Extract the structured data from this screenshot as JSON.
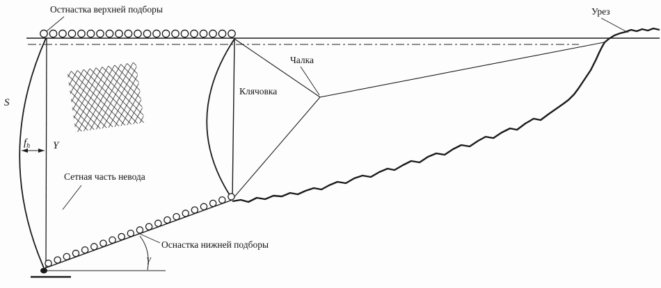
{
  "diagram": {
    "labels": {
      "top_rigging": "Остнастка верхней подборы",
      "water_edge": "Урез",
      "towline": "Чалка",
      "bridle": "Клячовка",
      "net_span": "S",
      "sag_symbol": "f",
      "sag_subscript": "h",
      "height": "Y",
      "net_body": "Сетная часть невода",
      "bottom_rigging": "Оснастка нижней подборы",
      "angle": "γ"
    },
    "colors": {
      "ink": "#1a1a1a",
      "background": "#fdfdfd"
    }
  }
}
